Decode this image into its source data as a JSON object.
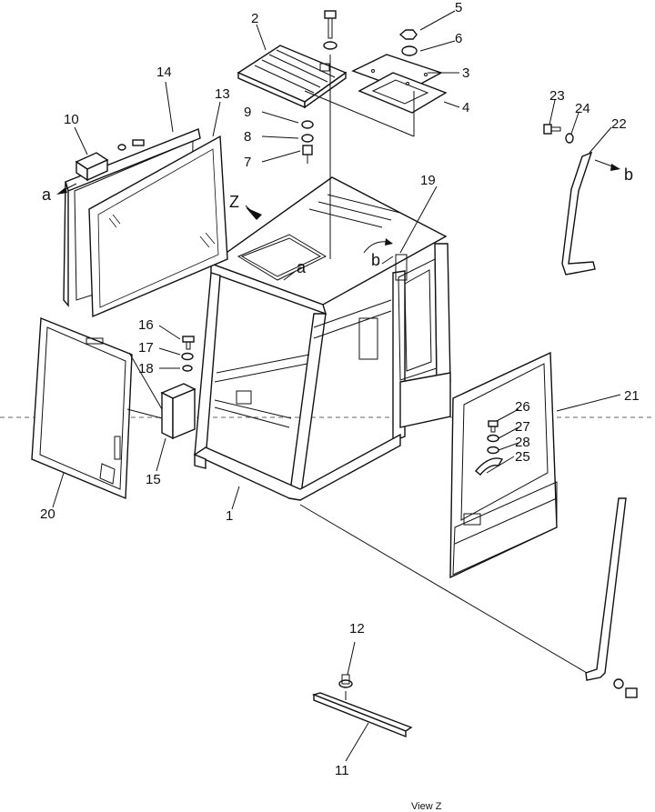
{
  "diagram": {
    "view_caption": "View Z",
    "view_arrow_label": "Z",
    "part_numbers": [
      "1",
      "2",
      "3",
      "4",
      "5",
      "6",
      "7",
      "8",
      "9",
      "10",
      "11",
      "12",
      "13",
      "14",
      "15",
      "16",
      "17",
      "18",
      "19",
      "20",
      "21",
      "22",
      "23",
      "24",
      "25",
      "26",
      "27",
      "28"
    ],
    "reference_markers": {
      "a_left": "a",
      "a_roof": "a",
      "b_right": "b",
      "b_cab": "b"
    }
  }
}
